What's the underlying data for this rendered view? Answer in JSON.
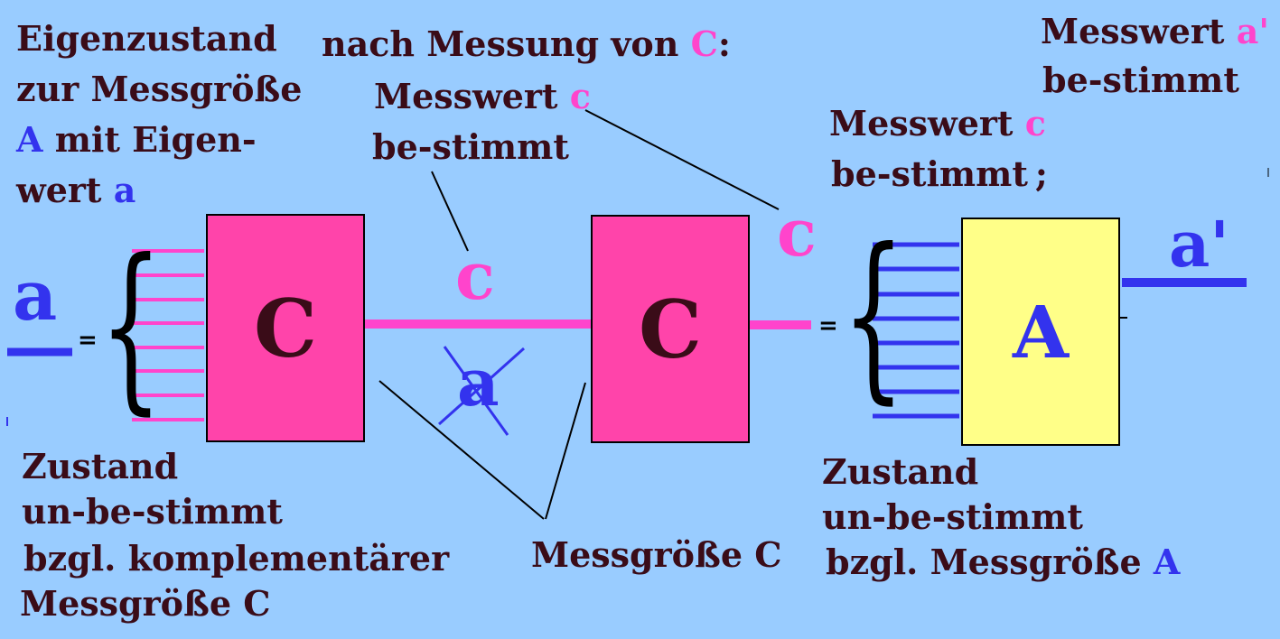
{
  "top_left_note": {
    "line1": "Eigenzustand",
    "line2": "zur Messgröße",
    "line3_sym": "A",
    "line3_rest": " mit Eigen-",
    "line4_text": "wert ",
    "line4_sym": "a"
  },
  "top_center_heading": {
    "text": "nach Messung von ",
    "sym": "C",
    "colon": ":"
  },
  "center_note": {
    "line1_text": "Messwert ",
    "line1_sym": "c",
    "line2": "be-stimmt"
  },
  "right_center_note": {
    "line1_text": "Messwert ",
    "line1_sym": "c",
    "line2": "be-stimmt",
    "line2_suffix": ";"
  },
  "top_right_note": {
    "line1_text": "Messwert ",
    "line1_sym": "a'",
    "line2": "be-stimmt"
  },
  "left_input_symbol": "a",
  "equals_sign": "=",
  "box1_label": "C",
  "box2_label": "C",
  "box3_label": "A",
  "channel_symbol_1": "c",
  "channel_symbol_2": "c",
  "crossed_symbol": "a",
  "output_symbol": "a'",
  "bottom_left_note": {
    "line1": "Zustand",
    "line2": "un-be-stimmt",
    "line3": "bzgl. komplementärer",
    "line4": "Messgröße C"
  },
  "bottom_center_label": "Messgröße C",
  "bottom_right_note": {
    "line1": "Zustand",
    "line2": "un-be-stimmt",
    "line3_text": "bzgl. Messgröße ",
    "line3_sym": "A"
  },
  "colors": {
    "background": "#99CCFF",
    "text": "#3a0c18",
    "pink": "#ff44cc",
    "blue": "#3333ee",
    "box_pink": "#ff44aa",
    "box_yellow": "#ffff88"
  }
}
